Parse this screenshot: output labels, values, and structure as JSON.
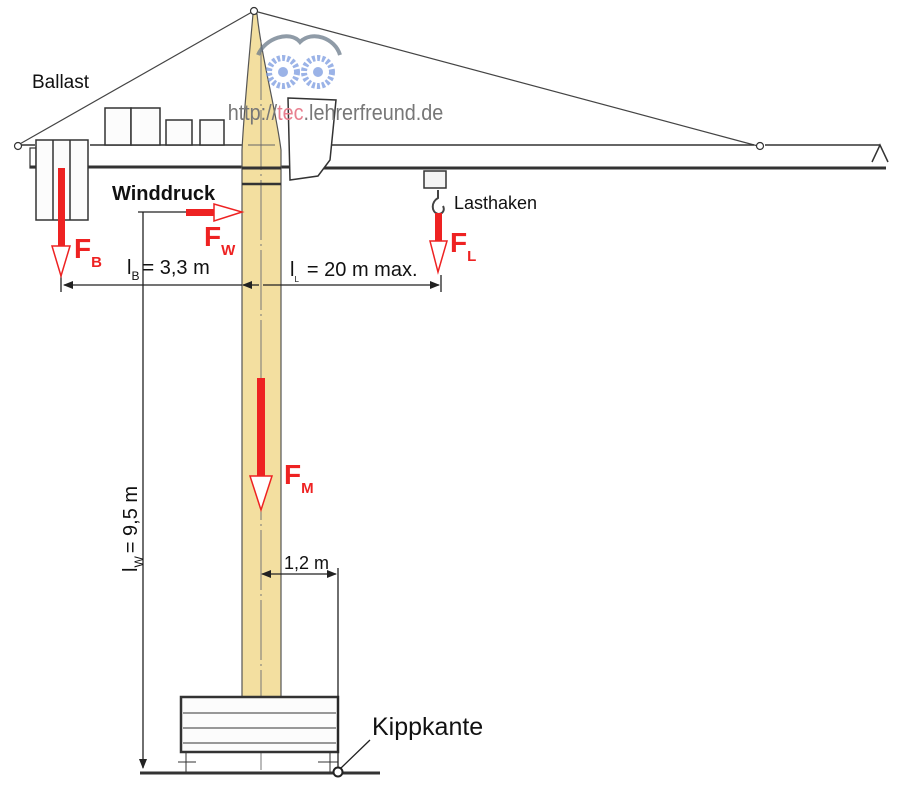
{
  "labels": {
    "ballast": "Ballast",
    "winddruck": "Winddruck",
    "lasthaken": "Lasthaken",
    "kippkante": "Kippkante",
    "watermark_prefix": "http://",
    "watermark_accent": "tec",
    "watermark_suffix": ".lehrerfreund.de"
  },
  "forces": {
    "fb": {
      "main": "F",
      "sub": "B"
    },
    "fw": {
      "main": "F",
      "sub": "W"
    },
    "fl": {
      "main": "F",
      "sub": "L"
    },
    "fm": {
      "main": "F",
      "sub": "M"
    }
  },
  "dimensions": {
    "lb": {
      "main": "l",
      "sub": "B",
      "value": "= 3,3 m"
    },
    "ll": {
      "main": "l",
      "sub": "L",
      "value": "= 20 m max."
    },
    "lw": {
      "main": "l",
      "sub": "W",
      "value": "= 9,5 m"
    },
    "tip": "1,2 m"
  },
  "colors": {
    "force": "#ee2222",
    "mast": "#f3dfa0",
    "ink": "#222222",
    "watermark": "#777777"
  }
}
